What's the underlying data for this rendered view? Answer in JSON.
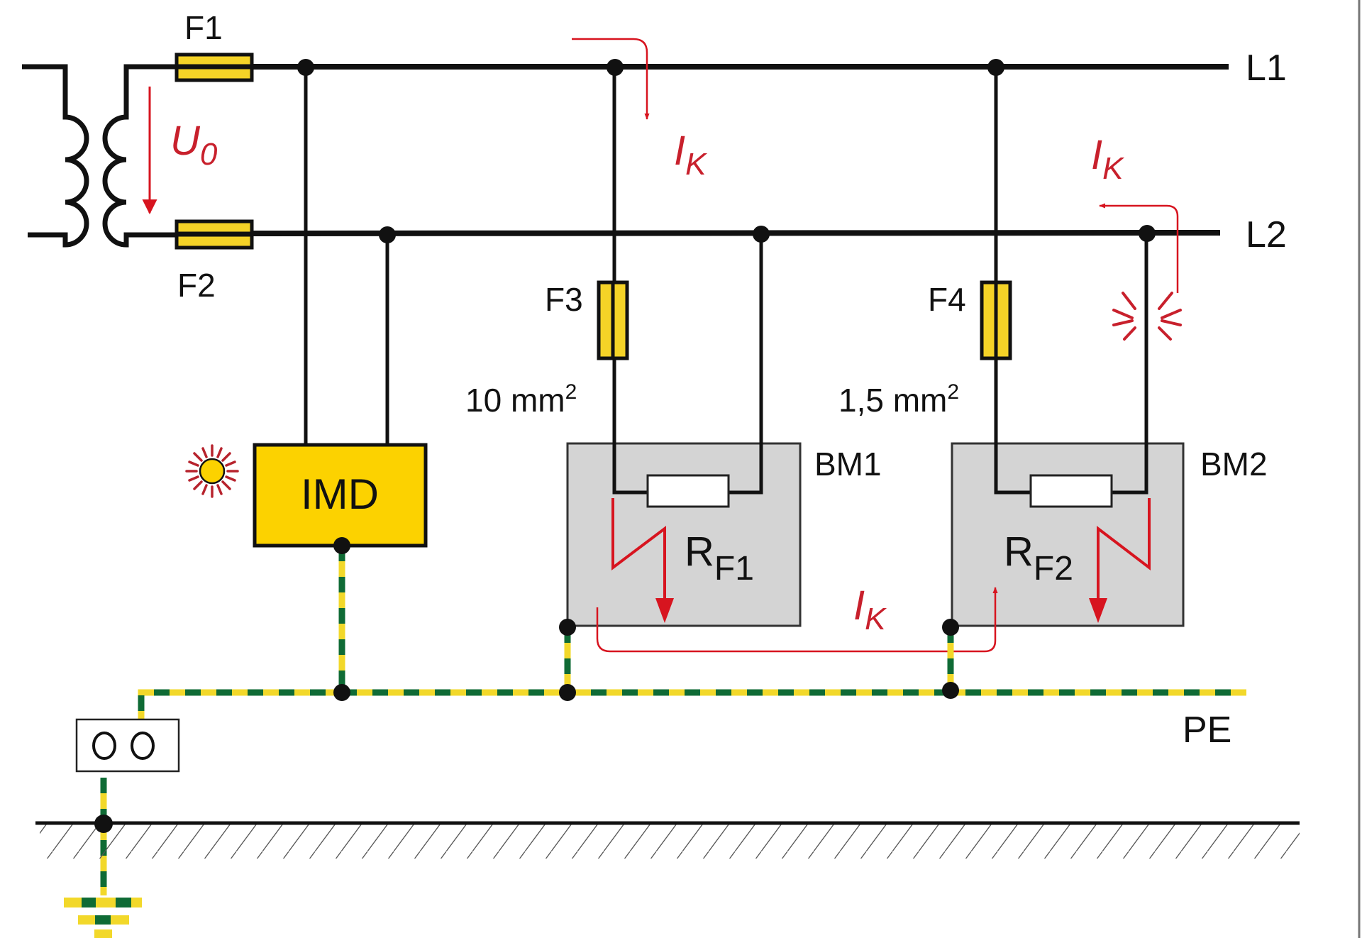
{
  "diagram": {
    "title": "IT system with insulation monitoring device – double fault current path",
    "colors": {
      "conductor": "#111111",
      "fuse_fill": "#f5d327",
      "imd_fill": "#fcd200",
      "enclosure_fill": "#d4d4d4",
      "fault_red": "#d7141f",
      "pe_green": "#0f6b35",
      "pe_yellow": "#f2d82a"
    },
    "conductors": {
      "l1": "L1",
      "l2": "L2",
      "pe": "PE"
    },
    "source": {
      "voltage_symbol": "U",
      "voltage_subscript": "0"
    },
    "fuses": {
      "f1": "F1",
      "f2": "F2",
      "f3": "F3",
      "f4": "F4"
    },
    "cables": {
      "branch1_cross_section": "10 mm",
      "branch1_unit_sup": "2",
      "branch2_cross_section": "1,5 mm",
      "branch2_unit_sup": "2"
    },
    "imd": {
      "label": "IMD",
      "alarm_lamp": "lamp-on"
    },
    "equipment": {
      "bm1": {
        "label": "BM1",
        "fault_symbol": "R",
        "fault_subscript": "F1"
      },
      "bm2": {
        "label": "BM2",
        "fault_symbol": "R",
        "fault_subscript": "F2"
      }
    },
    "fault_current": {
      "symbol": "I",
      "subscript": "K"
    }
  }
}
